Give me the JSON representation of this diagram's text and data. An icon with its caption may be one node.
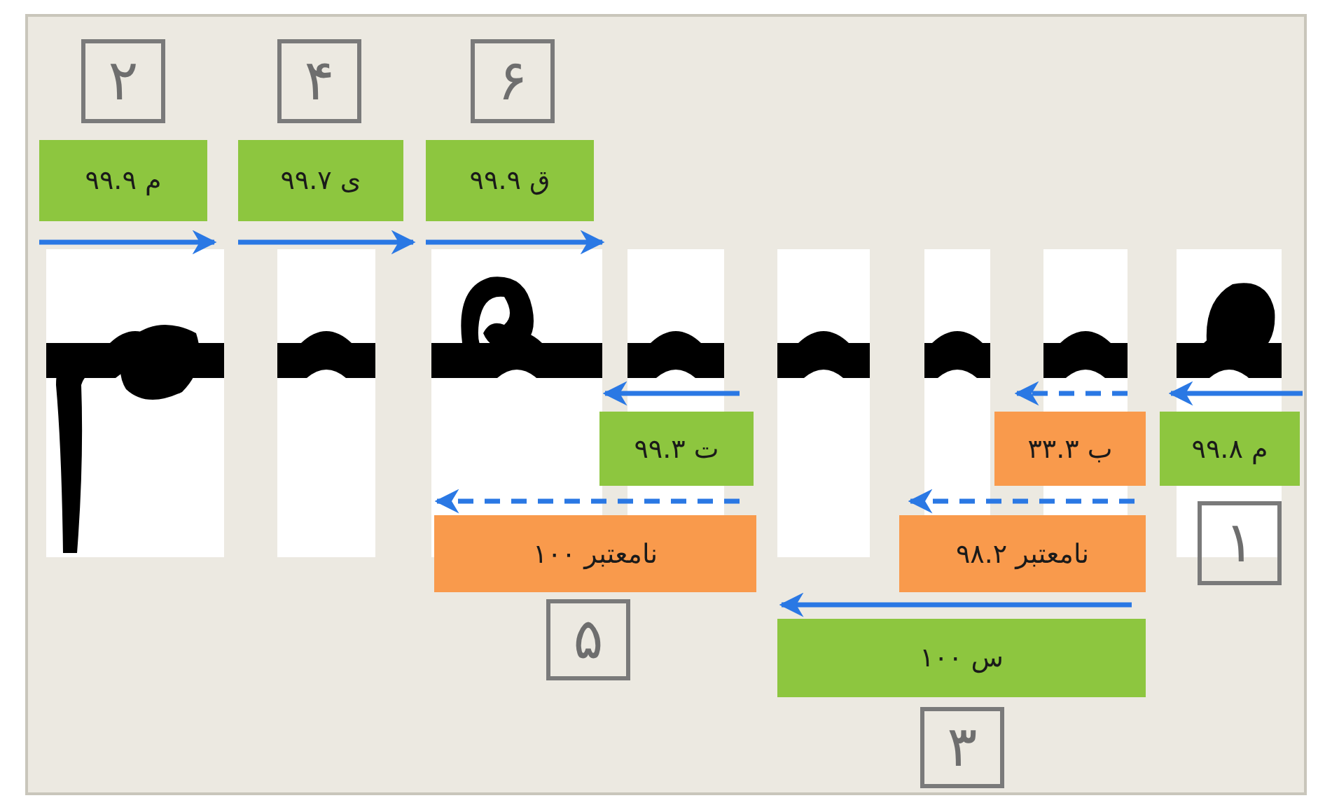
{
  "diagram": {
    "nodes": [
      {
        "text": [
          "۲"
        ]
      },
      {
        "text": [
          "۴"
        ]
      },
      {
        "text": [
          "۶"
        ]
      },
      {
        "text": [
          "م ۹۹.۹"
        ]
      },
      {
        "text": [
          "ی ۹۹.۷"
        ]
      },
      {
        "text": [
          "ق ۹۹.۹"
        ]
      },
      {
        "text": [
          "ت ۹۹.۳"
        ]
      },
      {
        "text": [
          "ب ۳۳.۳"
        ]
      },
      {
        "text": [
          "م ۹۹.۸"
        ]
      },
      {
        "text": [
          "نامعتبر ۱۰۰"
        ]
      },
      {
        "text": [
          "نامعتبر ۹۸.۲"
        ]
      },
      {
        "text": [
          "۱"
        ]
      },
      {
        "text": [
          "۵"
        ]
      },
      {
        "text": [
          "س ۱۰۰"
        ]
      },
      {
        "text": [
          "۳"
        ]
      }
    ]
  }
}
